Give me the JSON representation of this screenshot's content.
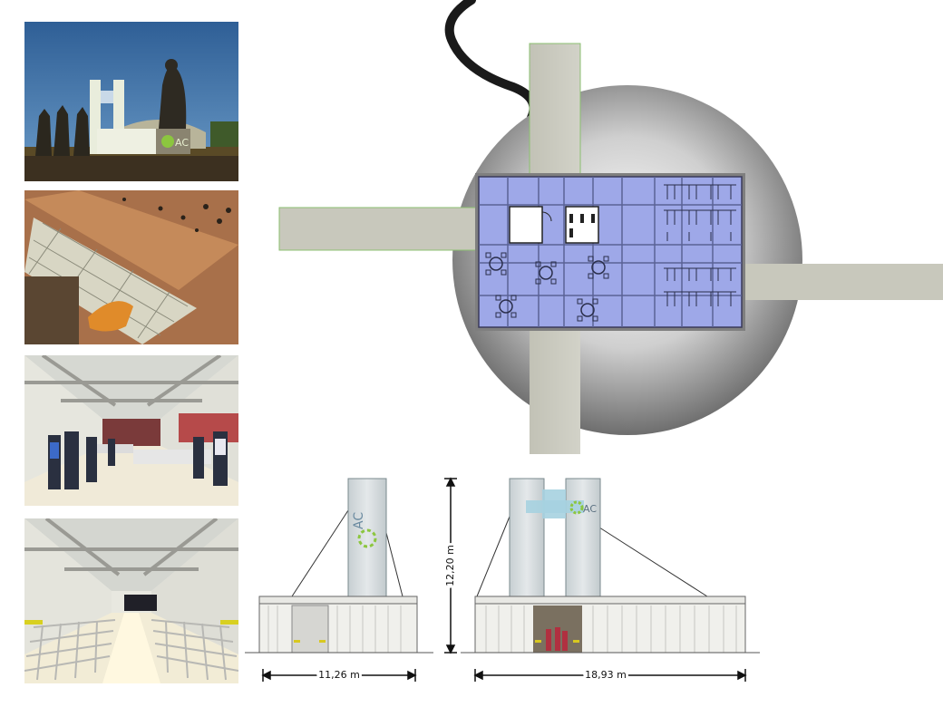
{
  "photos": [
    {
      "name": "exterior-photo"
    },
    {
      "name": "aerial-photo"
    },
    {
      "name": "interior-photo-tables"
    },
    {
      "name": "interior-photo-seating"
    }
  ],
  "pavilion": {
    "logo_text": "AC"
  },
  "dimensions": {
    "side_width": "11,26 m",
    "front_width": "18,93 m",
    "height": "12,20 m"
  },
  "colors": {
    "floor_plan": "#9aa6e6",
    "site_disc": "#7d7d7d",
    "walkway": "#c9c9bd",
    "logo_green": "#8cc63f"
  }
}
